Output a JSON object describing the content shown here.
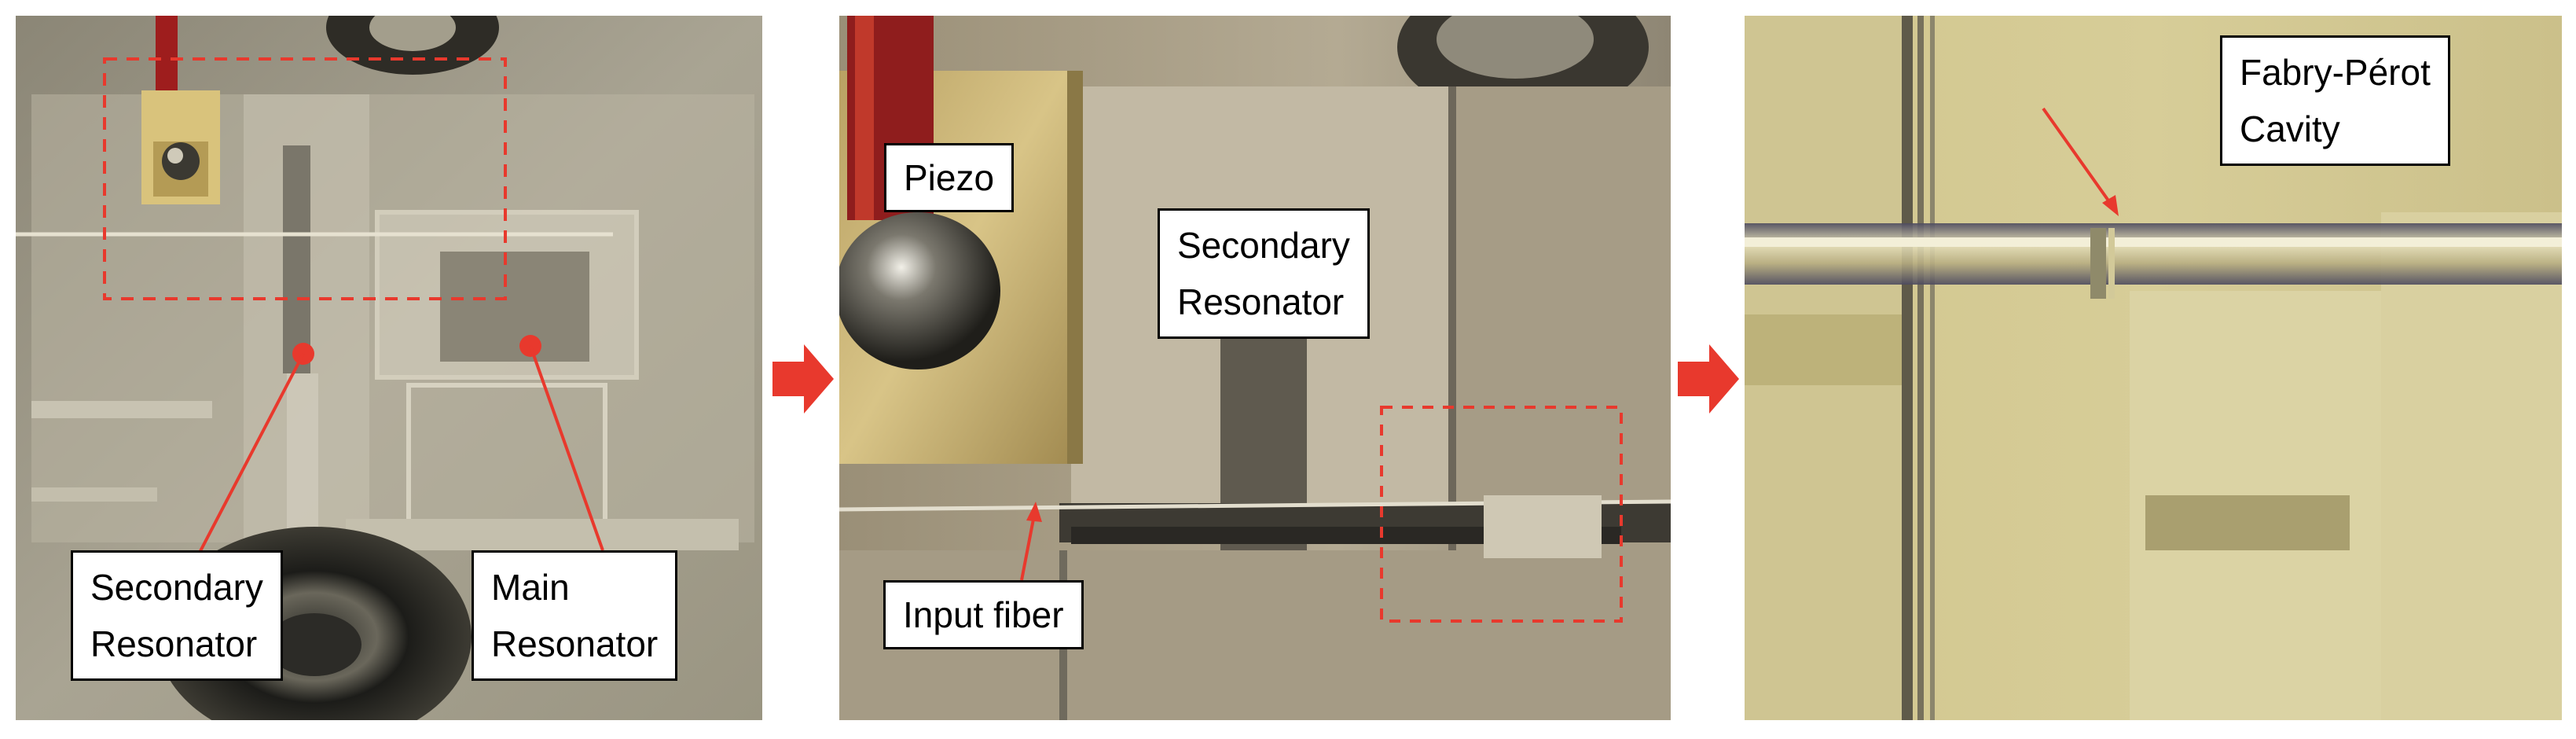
{
  "panel1": {
    "labels": {
      "secondary_line1": "Secondary",
      "secondary_line2": "Resonator",
      "main_line1": "Main",
      "main_line2": "Resonator"
    }
  },
  "panel2": {
    "labels": {
      "piezo": "Piezo",
      "secondary_line1": "Secondary",
      "secondary_line2": "Resonator",
      "input_fiber": "Input fiber"
    }
  },
  "panel3": {
    "labels": {
      "cavity_line1": "Fabry-Pérot",
      "cavity_line2": "Cavity"
    }
  },
  "colors": {
    "annotation_red": "#e8392d",
    "label_border": "#000000"
  }
}
